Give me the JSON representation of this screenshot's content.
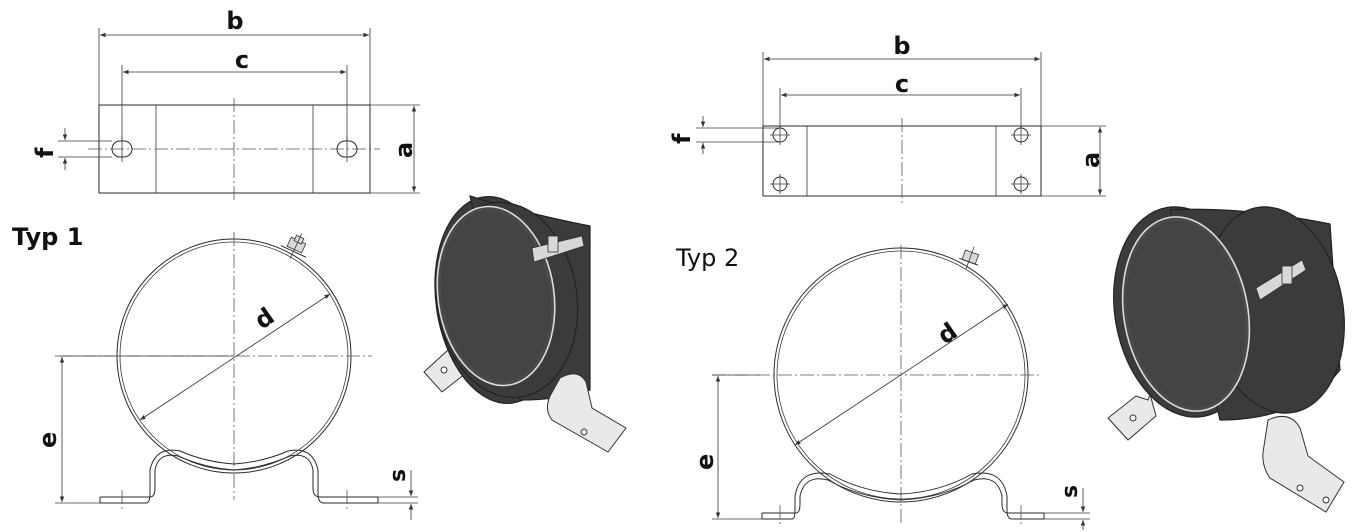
{
  "diagram_1": {
    "type_label": "Typ 1",
    "dimensions": {
      "a": "a",
      "b": "b",
      "c": "c",
      "d": "d",
      "e": "e",
      "f": "f",
      "s": "s"
    }
  },
  "diagram_2": {
    "type_label": "Typ 2",
    "dimensions": {
      "a": "a",
      "b": "b",
      "c": "c",
      "d": "d",
      "e": "e",
      "f": "f",
      "s": "s"
    }
  },
  "colors": {
    "band": "#3b3b3b",
    "lines": "#2a2a2a",
    "background": "#ffffff"
  },
  "icon_names": [
    "pipe-clamp-3d-render",
    "bolt-icon"
  ]
}
